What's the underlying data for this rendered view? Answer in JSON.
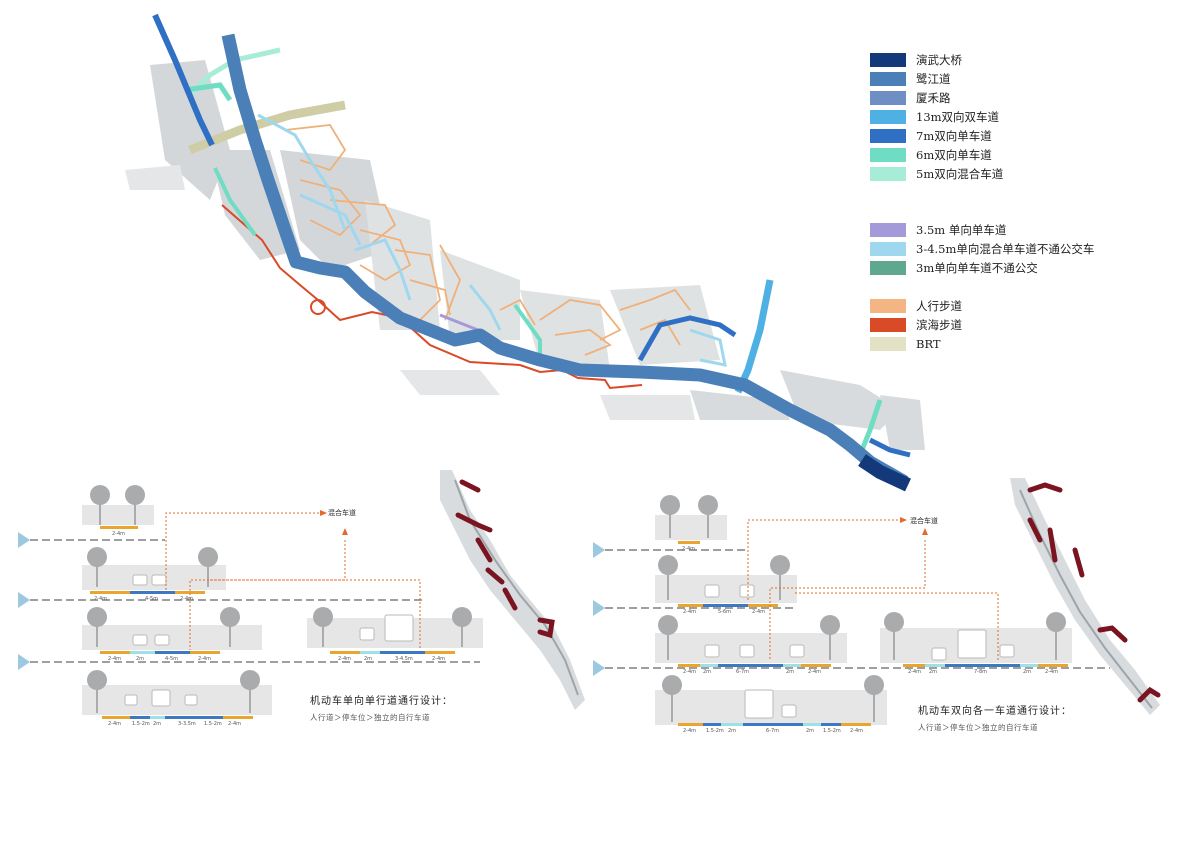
{
  "legend": [
    {
      "label": "演武大桥",
      "color": "#13397a"
    },
    {
      "label": "鹭江道",
      "color": "#4a7fb8"
    },
    {
      "label": "厦禾路",
      "color": "#6f8ec4"
    },
    {
      "label": "13m双向双车道",
      "color": "#4fb0e4"
    },
    {
      "label": "7m双向单车道",
      "color": "#2f6fc4"
    },
    {
      "label": "6m双向单车道",
      "color": "#6fdcc4"
    },
    {
      "label": "5m双向混合车道",
      "color": "#a6ecd7"
    },
    {
      "label": "3.5m 单向单车道",
      "color": "#a49ad9"
    },
    {
      "label": "3-4.5m单向混合单车道不通公交车",
      "color": "#9fd8ee"
    },
    {
      "label": "3m单向单车道不通公交",
      "color": "#5fa88f"
    },
    {
      "label": "人行步道",
      "color": "#f2b583"
    },
    {
      "label": "滨海步道",
      "color": "#d94a26"
    },
    {
      "label": "BRT",
      "color": "#e4e2c5"
    }
  ],
  "left_panel": {
    "mix_label": "混合车道",
    "title": "机动车单向单行道通行设计：",
    "subtitle": "人行道＞停车位＞独立的自行车道",
    "sections": [
      {
        "labels": [
          "2-4m"
        ]
      },
      {
        "labels": [
          "2-4m",
          "4-5m",
          "2-4m"
        ]
      },
      {
        "labels": [
          "2-4m",
          "2m",
          "4-5m",
          "2-4m"
        ]
      },
      {
        "labels": [
          "2-4m",
          "2m",
          "3-4.5m",
          "2-4m"
        ]
      },
      {
        "labels": [
          "2-4m",
          "1.5-2m",
          "2m",
          "3-3.5m",
          "1.5-2m",
          "2-4m"
        ]
      }
    ]
  },
  "right_panel": {
    "mix_label": "混合车道",
    "title": "机动车双向各一车道通行设计：",
    "subtitle": "人行道＞停车位＞独立的自行车道",
    "sections": [
      {
        "labels": [
          "2-4m"
        ]
      },
      {
        "labels": [
          "2-4m",
          "5-6m",
          "2-4m"
        ]
      },
      {
        "labels": [
          "2-4m",
          "2m",
          "6-7m",
          "2m",
          "2-4m"
        ]
      },
      {
        "labels": [
          "2-4m",
          "2m",
          "7-8m",
          "2m",
          "2-4m"
        ]
      },
      {
        "labels": [
          "2-4m",
          "1.5-2m",
          "2m",
          "6-7m",
          "2m",
          "1.5-2m",
          "2-4m"
        ]
      }
    ]
  },
  "colors": {
    "sidewalk": "#e8a530",
    "bike": "#9fe0e6",
    "road": "#3d78c0",
    "panel": "#e6e6e6",
    "orange_line": "#e36a2a"
  }
}
